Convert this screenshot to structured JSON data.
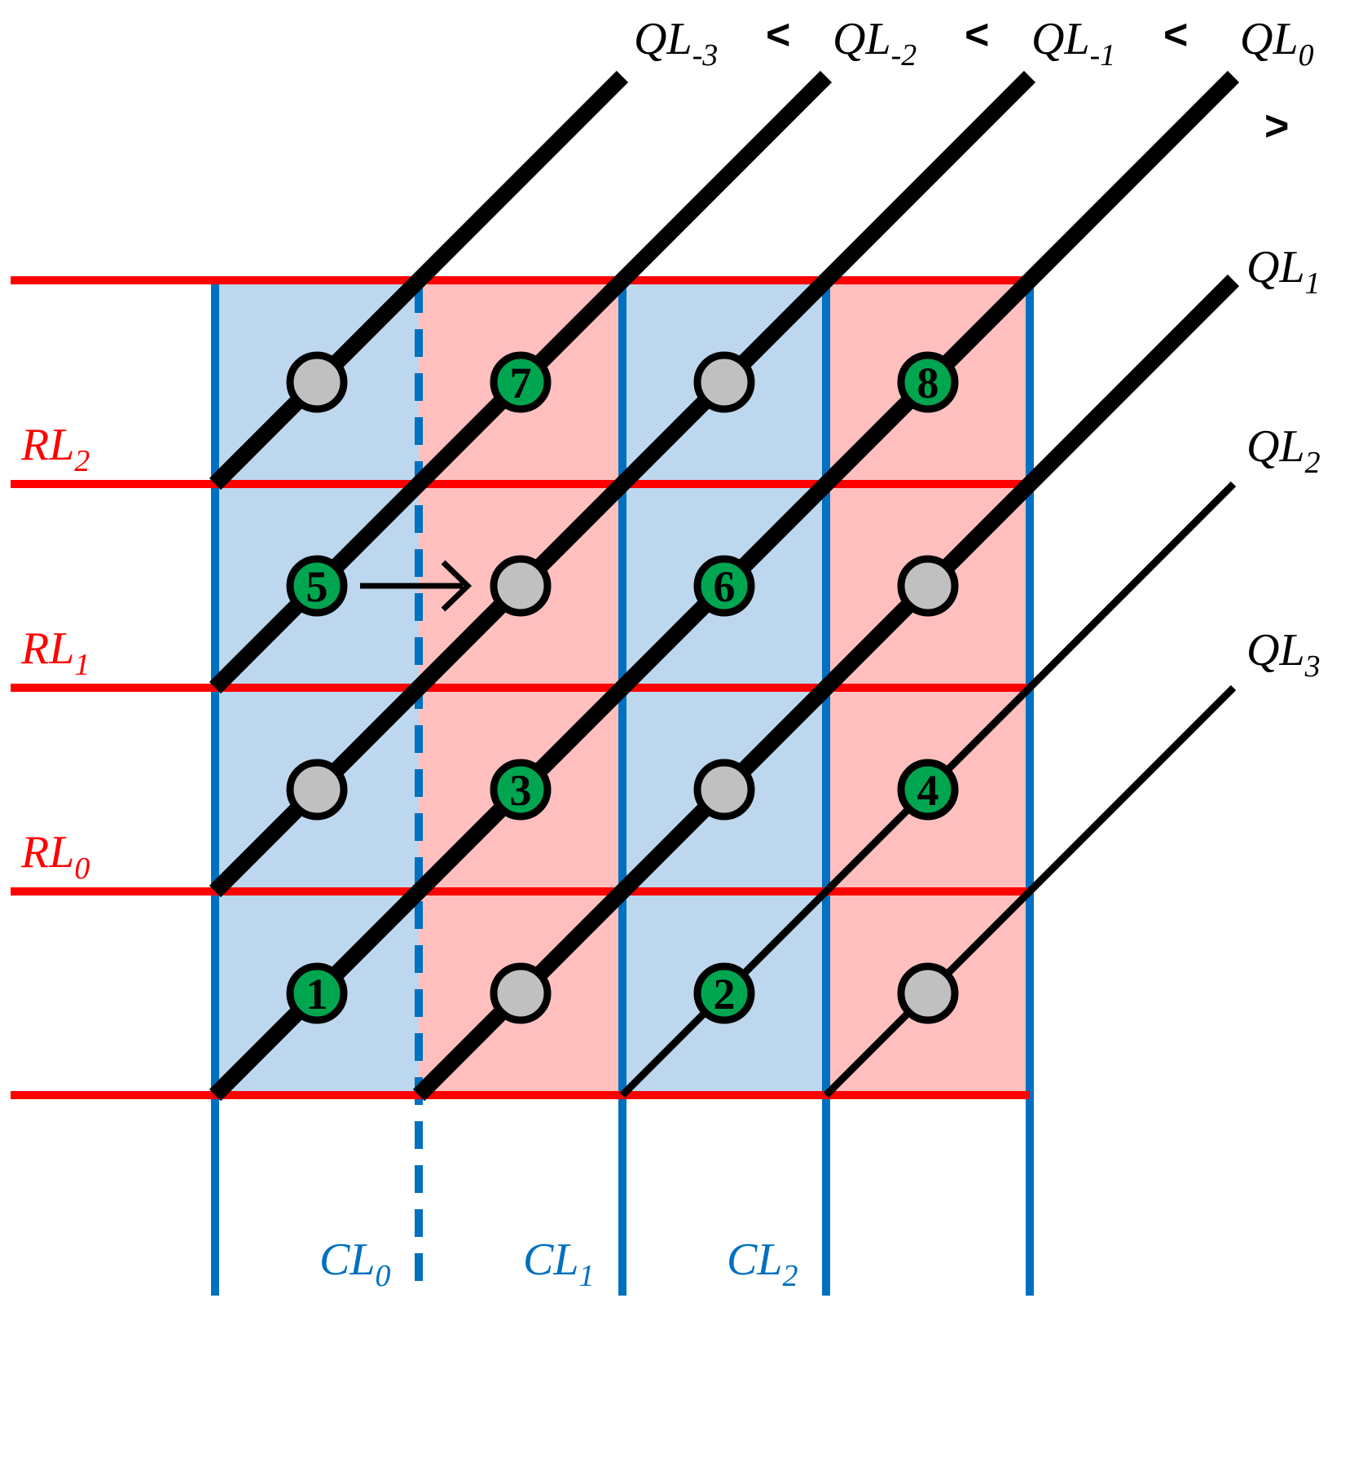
{
  "colors": {
    "row_line": "#ff0000",
    "col_line": "#0070c0",
    "cell_blue": "#bdd7ee",
    "cell_pink": "#ffbfbf",
    "node_gray": "#c0c0c0",
    "node_green": "#00a550",
    "line_black": "#000000"
  },
  "diagram": {
    "row_labels": {
      "rl2": {
        "base": "RL",
        "sub": "2"
      },
      "rl1": {
        "base": "RL",
        "sub": "1"
      },
      "rl0": {
        "base": "RL",
        "sub": "0"
      }
    },
    "col_labels": {
      "cl0": {
        "base": "CL",
        "sub": "0"
      },
      "cl1": {
        "base": "CL",
        "sub": "1"
      },
      "cl2": {
        "base": "CL",
        "sub": "2"
      }
    },
    "q_labels": {
      "qlm3": {
        "base": "QL",
        "sub": "-3"
      },
      "qlm2": {
        "base": "QL",
        "sub": "-2"
      },
      "qlm1": {
        "base": "QL",
        "sub": "-1"
      },
      "ql0": {
        "base": "QL",
        "sub": "0"
      },
      "ql1": {
        "base": "QL",
        "sub": "1"
      },
      "ql2": {
        "base": "QL",
        "sub": "2"
      },
      "ql3": {
        "base": "QL",
        "sub": "3"
      }
    },
    "comparators": {
      "c1": "<",
      "c2": "<",
      "c3": "<",
      "c4": ">"
    },
    "node_numbers": {
      "n1": "1",
      "n2": "2",
      "n3": "3",
      "n4": "4",
      "n5": "5",
      "n6": "6",
      "n7": "7",
      "n8": "8"
    }
  }
}
